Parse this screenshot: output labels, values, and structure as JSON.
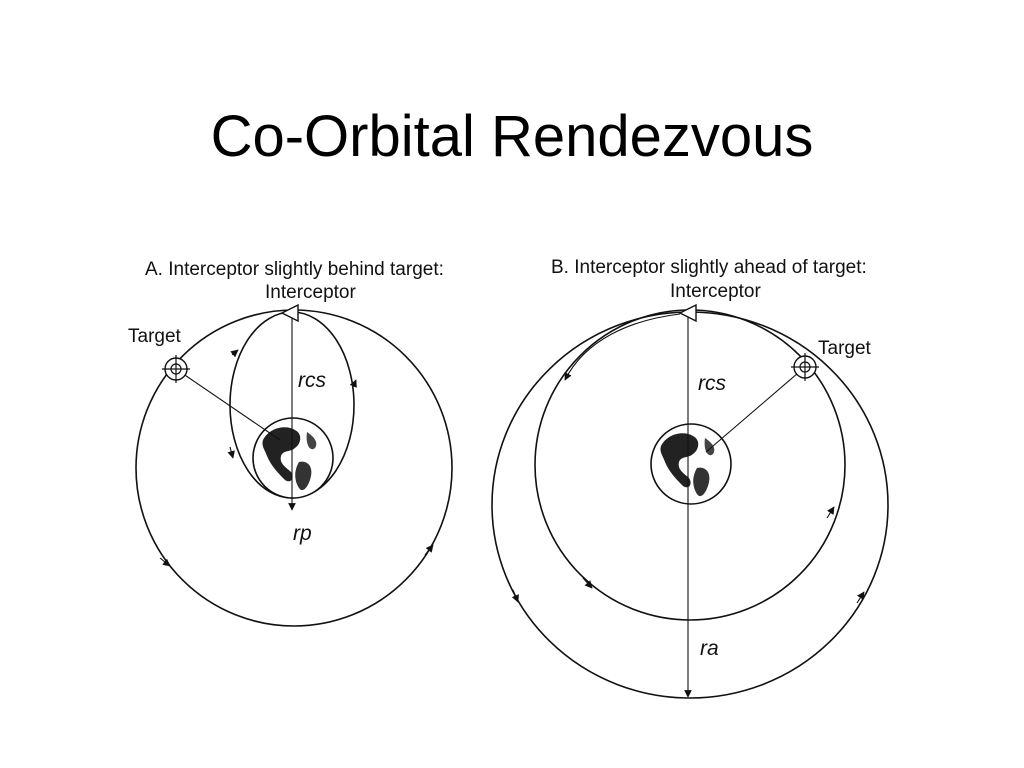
{
  "slide": {
    "title": "Co-Orbital Rendezvous"
  },
  "panel_a": {
    "caption": "A. Interceptor slightly behind target:",
    "interceptor_label": "Interceptor",
    "target_label": "Target",
    "radius_cs_label": "rcs",
    "radius_p_label": "rp"
  },
  "panel_b": {
    "caption": "B. Interceptor slightly ahead of target:",
    "interceptor_label": "Interceptor",
    "target_label": "Target",
    "radius_cs_label": "rcs",
    "radius_a_label": "ra"
  },
  "icons": {
    "interceptor": "triangle-marker",
    "target": "crosshair-circle",
    "earth": "earth-globe"
  }
}
